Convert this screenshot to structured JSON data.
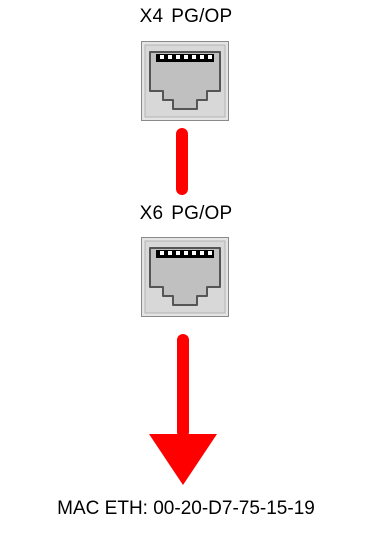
{
  "ports": [
    {
      "id": "X4",
      "label": "PG/OP"
    },
    {
      "id": "X6",
      "label": "PG/OP"
    }
  ],
  "connection": {
    "color": "#ff0000",
    "direction": "down"
  },
  "mac": {
    "text": "MAC ETH: 00-20-D7-75-15-19"
  },
  "icons": [
    "rj45-jack-icon",
    "rj45-jack-icon",
    "arrow-down-icon"
  ]
}
